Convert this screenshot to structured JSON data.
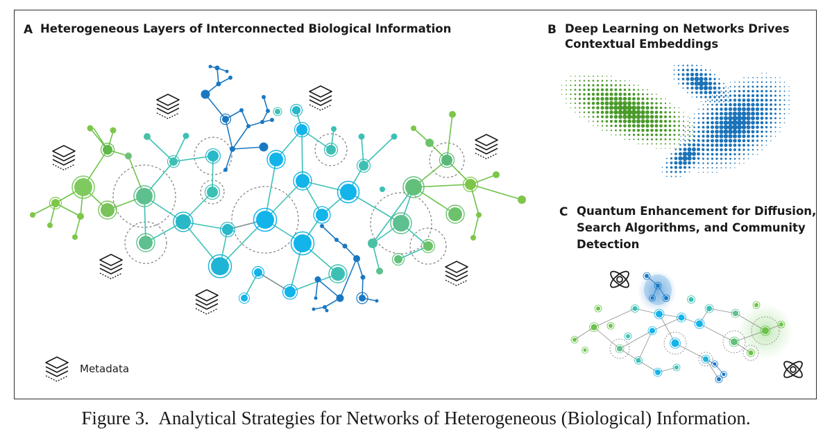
{
  "panel_a": {
    "letter": "A",
    "title": "Heterogeneous Layers of Interconnected Biological Information"
  },
  "panel_b": {
    "letter": "B",
    "title_line1": "Deep Learning on Networks Drives",
    "title_line2": "Contextual Embeddings"
  },
  "panel_c": {
    "letter": "C",
    "title_line1": "Quantum Enhancement for Diffusion,",
    "title_line2": "Search Algorithms, and Community",
    "title_line3": "Detection"
  },
  "legend": {
    "metadata_label": "Metadata",
    "layers_icon": "layers-icon",
    "atom_icon": "atom-icon"
  },
  "caption": "Figure 3. Analytical Strategies for Networks of Heterogeneous (Biological) Information.",
  "colors": {
    "green": "#6cc24a",
    "teal": "#3cc0b4",
    "cyan": "#1eb4e6",
    "blue": "#1a78c2",
    "gray": "#8c8c8c",
    "edge_blue": "#1a78c2"
  }
}
